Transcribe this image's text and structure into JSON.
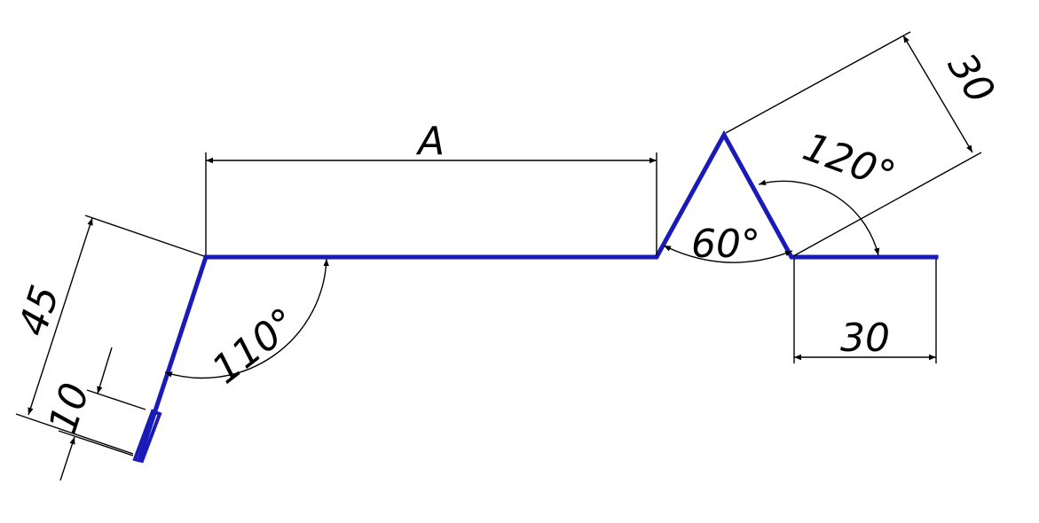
{
  "dimensions": {
    "top_width": "A",
    "flange_length": "45",
    "hem_length": "10",
    "rib_side": "30",
    "end_length": "30"
  },
  "angles": {
    "left_bend": "110°",
    "rib_apex": "60°",
    "rib_base": "120°"
  },
  "colors": {
    "profile": "#1a1ab8",
    "dimension_lines": "#000000",
    "background": "#ffffff"
  }
}
